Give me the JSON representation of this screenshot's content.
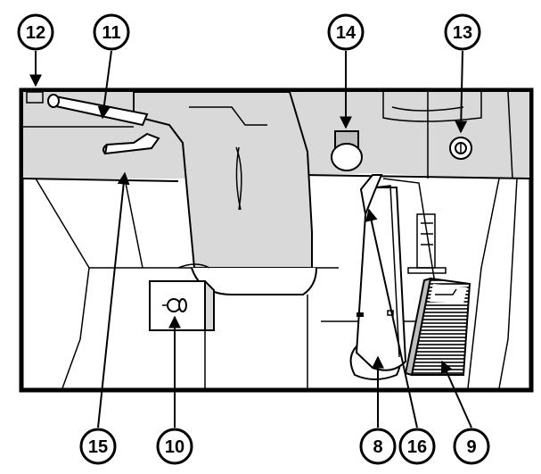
{
  "figure": {
    "background_color": "#ffffff",
    "line_color": "#000000",
    "panel_fill": "#d9d9d9",
    "shade_fill": "#bfbfbf"
  },
  "callouts": [
    {
      "id": "c12",
      "label": "12"
    },
    {
      "id": "c11",
      "label": "11"
    },
    {
      "id": "c14",
      "label": "14"
    },
    {
      "id": "c13",
      "label": "13"
    },
    {
      "id": "c15",
      "label": "15"
    },
    {
      "id": "c10",
      "label": "10"
    },
    {
      "id": "c8",
      "label": "8"
    },
    {
      "id": "c16",
      "label": "16"
    },
    {
      "id": "c9",
      "label": "9"
    }
  ]
}
